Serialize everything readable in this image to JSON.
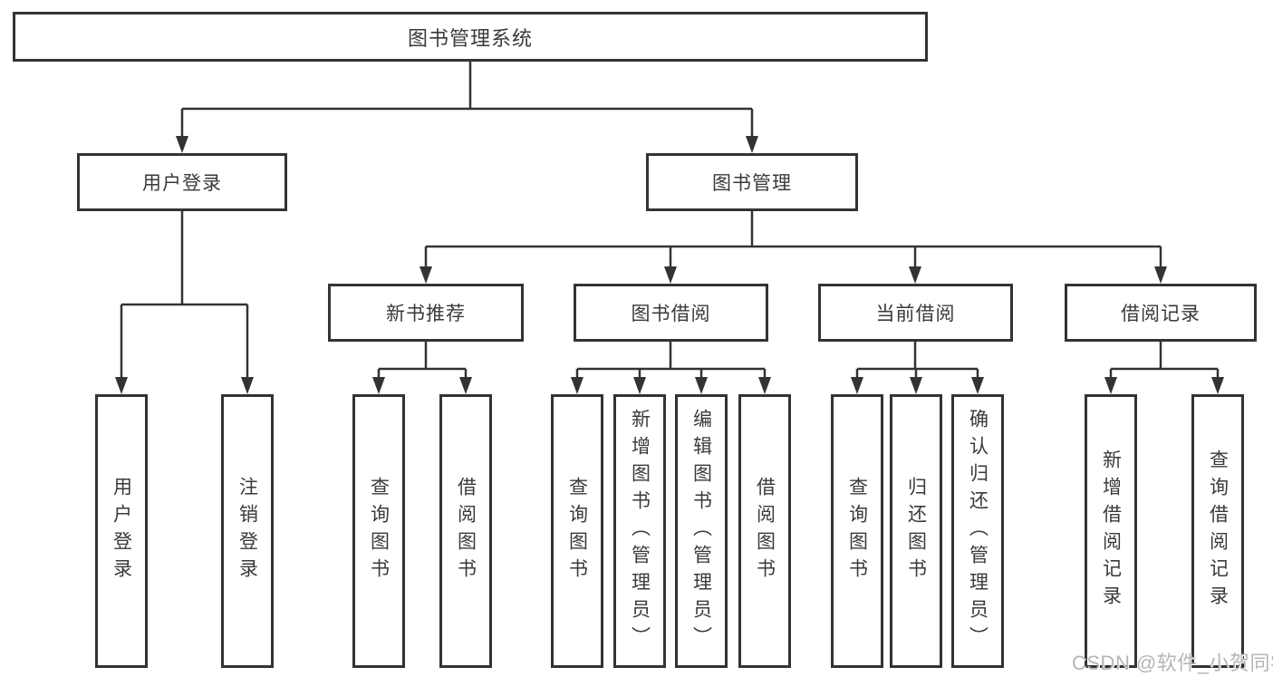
{
  "diagram": {
    "root": {
      "label": "图书管理系统"
    },
    "level2": [
      {
        "label": "用户登录"
      },
      {
        "label": "图书管理"
      }
    ],
    "level3": [
      {
        "label": "新书推荐",
        "parent": "图书管理"
      },
      {
        "label": "图书借阅",
        "parent": "图书管理"
      },
      {
        "label": "当前借阅",
        "parent": "图书管理"
      },
      {
        "label": "借阅记录",
        "parent": "图书管理"
      }
    ],
    "leaves": [
      {
        "label": "用户登录",
        "parent": "用户登录"
      },
      {
        "label": "注销登录",
        "parent": "用户登录"
      },
      {
        "label": "查询图书",
        "parent": "新书推荐"
      },
      {
        "label": "借阅图书",
        "parent": "新书推荐"
      },
      {
        "label": "查询图书",
        "parent": "图书借阅"
      },
      {
        "label": "新增图书（管理员）",
        "parent": "图书借阅"
      },
      {
        "label": "编辑图书（管理员）",
        "parent": "图书借阅"
      },
      {
        "label": "借阅图书",
        "parent": "图书借阅"
      },
      {
        "label": "查询图书",
        "parent": "当前借阅"
      },
      {
        "label": "归还图书",
        "parent": "当前借阅"
      },
      {
        "label": "确认归还（管理员）",
        "parent": "当前借阅"
      },
      {
        "label": "新增借阅记录",
        "parent": "借阅记录"
      },
      {
        "label": "查询借阅记录",
        "parent": "借阅记录"
      }
    ]
  },
  "watermark": "CSDN @软件_小贺同学",
  "colors": {
    "line": "#333333",
    "box_border": "#333333",
    "text": "#3a3a3a",
    "watermark": "#b5b5b5",
    "background": "#ffffff"
  }
}
